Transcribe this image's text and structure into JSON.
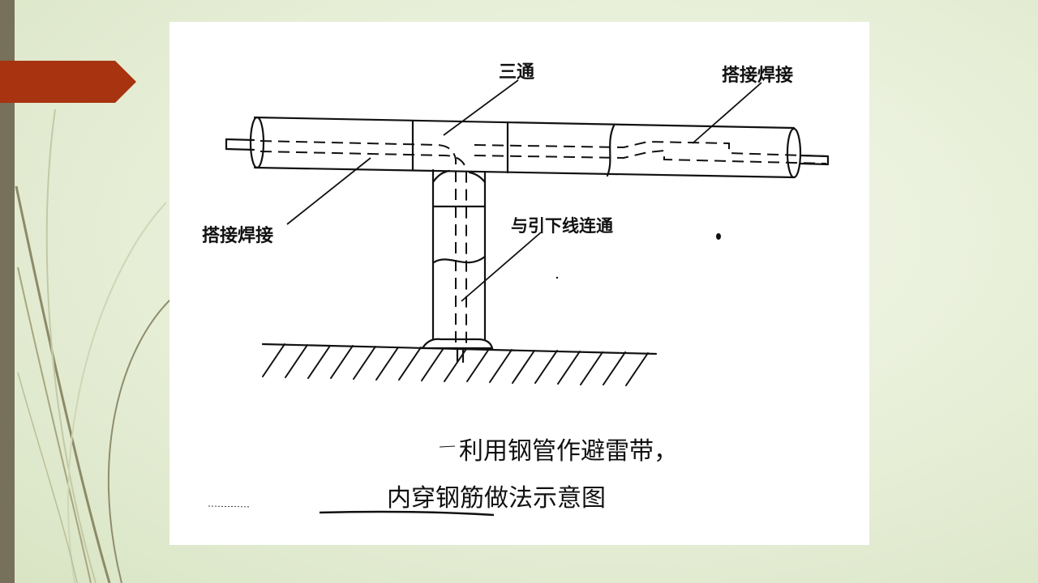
{
  "slide": {
    "accent_color": "#a83310",
    "sidebar_color": "#77705a",
    "background_color": "#e6eed6"
  },
  "figure": {
    "labels": {
      "tee": "三通",
      "lap_weld_right": "搭接焊接",
      "lap_weld_left": "搭接焊接",
      "down_conductor": "与引下线连通"
    },
    "caption_line1": "利用钢管作避雷带，",
    "caption_line2": "内穿钢筋做法示意图"
  }
}
